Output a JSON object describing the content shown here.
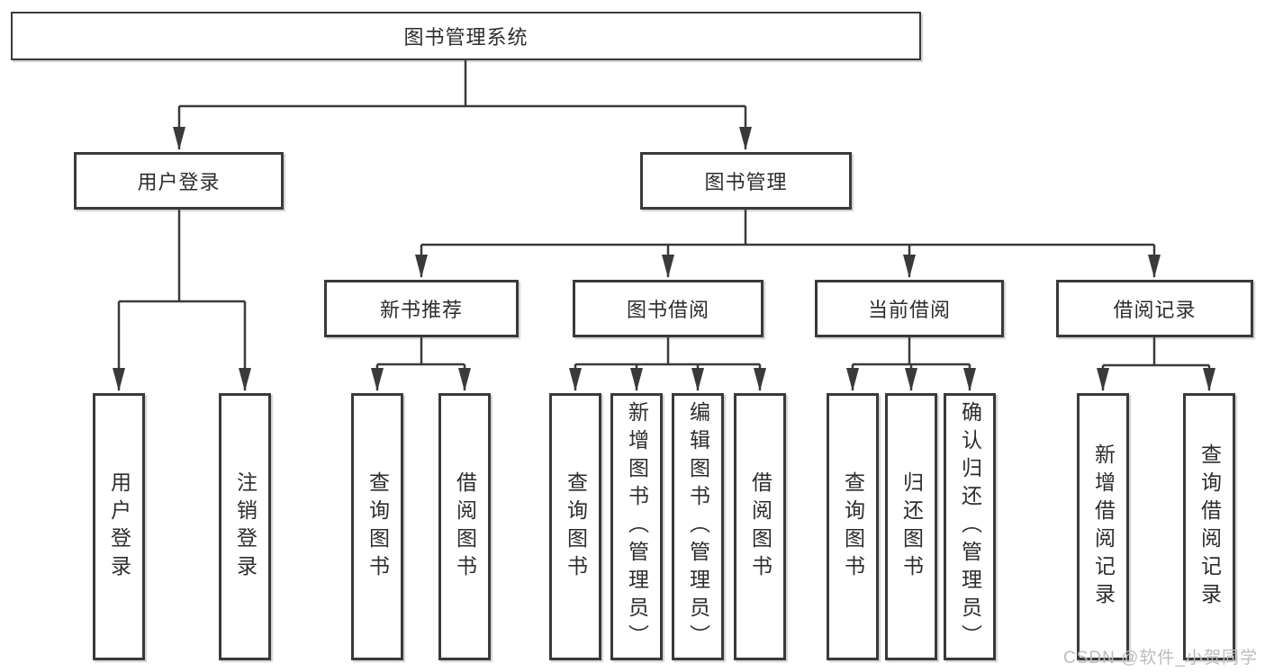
{
  "meta": {
    "kind": "functional-structure-diagram"
  },
  "colors": {
    "line": "#3a3a3a",
    "box_border": "#3a3a3a",
    "text": "#2d2d2d",
    "background": "#ffffff",
    "watermark": "#bcbcbc"
  },
  "watermark": {
    "text": "CSDN @软件_小贺同学"
  },
  "tree": {
    "root": {
      "label": "图书管理系统",
      "children": [
        {
          "label": "用户登录",
          "children": [
            {
              "label": "用户登录"
            },
            {
              "label": "注销登录"
            }
          ]
        },
        {
          "label": "图书管理",
          "children": [
            {
              "label": "新书推荐",
              "children": [
                {
                  "label": "查询图书"
                },
                {
                  "label": "借阅图书"
                }
              ]
            },
            {
              "label": "图书借阅",
              "children": [
                {
                  "label": "查询图书"
                },
                {
                  "label": "新增图书（管理员）"
                },
                {
                  "label": "编辑图书（管理员）"
                },
                {
                  "label": "借阅图书"
                }
              ]
            },
            {
              "label": "当前借阅",
              "children": [
                {
                  "label": "查询图书"
                },
                {
                  "label": "归还图书"
                },
                {
                  "label": "确认归还（管理员）"
                }
              ]
            },
            {
              "label": "借阅记录",
              "children": [
                {
                  "label": "新增借阅记录"
                },
                {
                  "label": "查询借阅记录"
                }
              ]
            }
          ]
        }
      ]
    }
  }
}
